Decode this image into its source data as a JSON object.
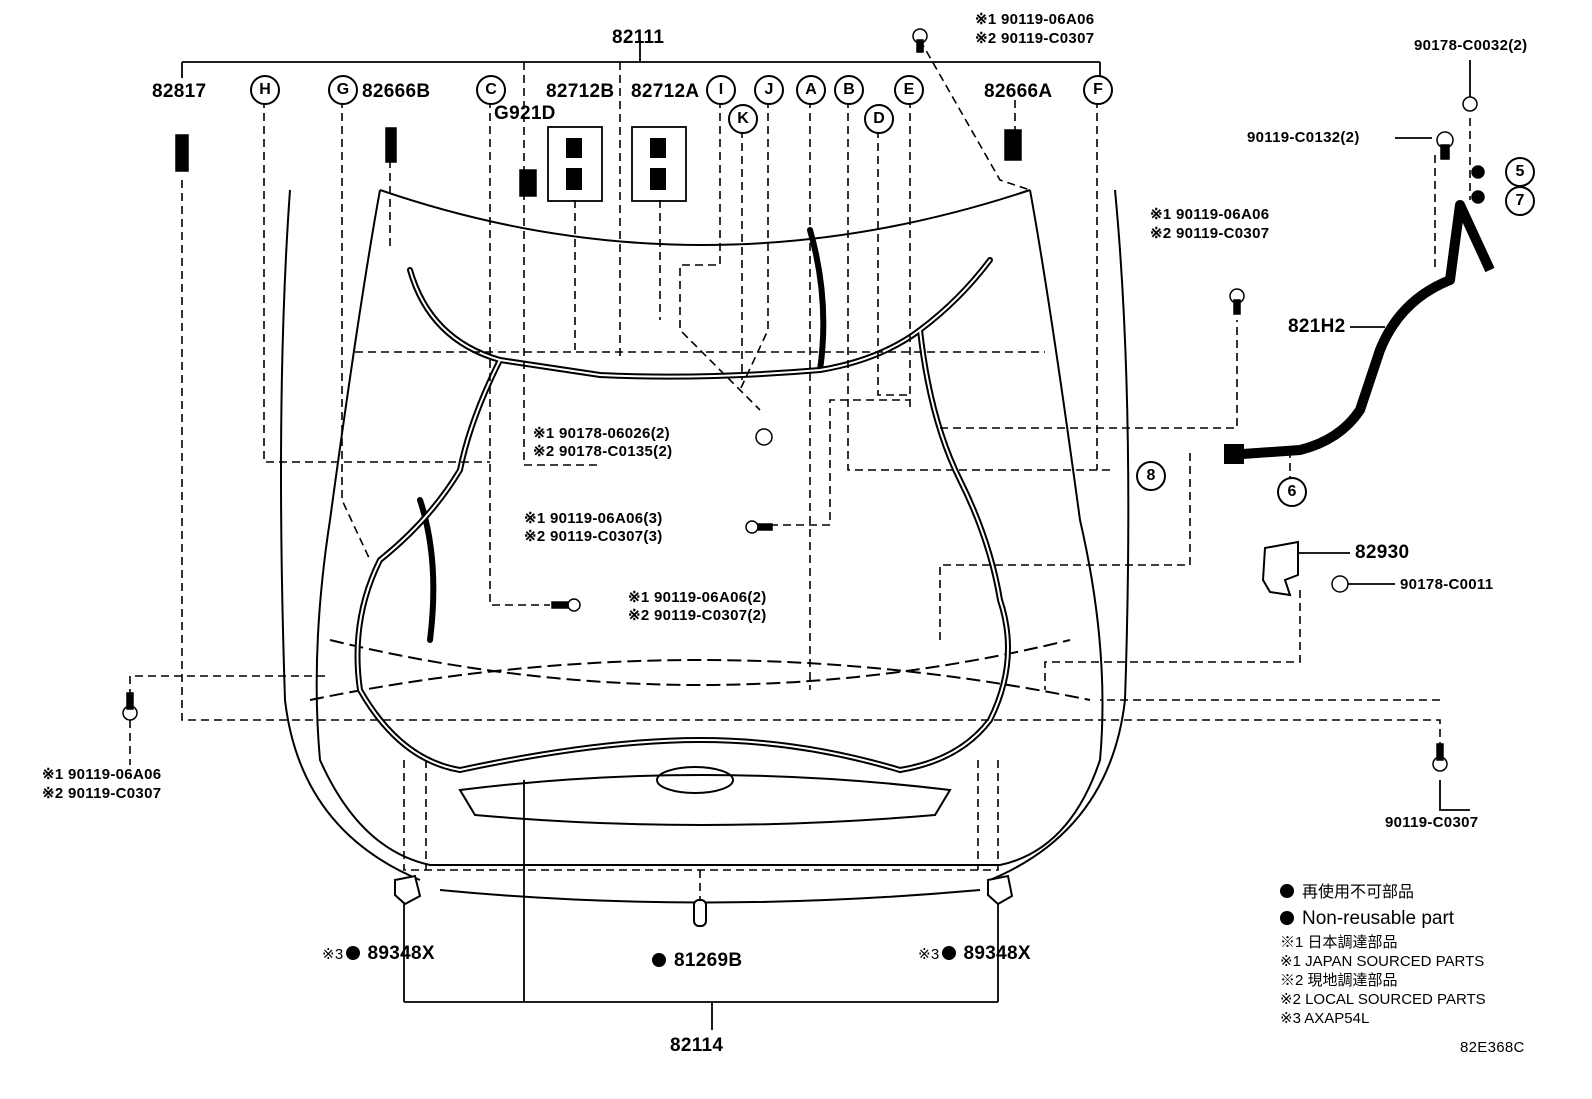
{
  "parts": {
    "p82111": "82111",
    "p82817": "82817",
    "p82666B": "82666B",
    "p82712B": "82712B",
    "p82712A": "82712A",
    "pG921D": "G921D",
    "p82666A": "82666A",
    "p821H2": "821H2",
    "p82930": "82930",
    "p89348X_left": "89348X",
    "p89348X_right": "89348X",
    "p81269B": "81269B",
    "p82114": "82114",
    "code": "82E368C"
  },
  "fasteners": {
    "top_center_1": "※1 90119-06A06",
    "top_center_2": "※2 90119-C0307",
    "top_right_a": "90178-C0032(2)",
    "top_right_b": "90119-C0132(2)",
    "mid_right_1": "※1 90119-06A06",
    "mid_right_2": "※2 90119-C0307",
    "clip_1": "※1 90178-06026(2)",
    "clip_2": "※2 90178-C0135(2)",
    "bolt3_1": "※1 90119-06A06(3)",
    "bolt3_2": "※2 90119-C0307(3)",
    "bolt2_1": "※1 90119-06A06(2)",
    "bolt2_2": "※2 90119-C0307(2)",
    "left_1": "※1 90119-06A06",
    "left_2": "※2 90119-C0307",
    "nut_82930": "90178-C0011",
    "right_bolt": "90119-C0307",
    "note3_left": "※3",
    "note3_right": "※3"
  },
  "callouts": {
    "H": "H",
    "G": "G",
    "C": "C",
    "I": "I",
    "K": "K",
    "J": "J",
    "A": "A",
    "B": "B",
    "D": "D",
    "E": "E",
    "F": "F",
    "n5": "5",
    "n6": "6",
    "n7": "7",
    "n8": "8"
  },
  "legend": {
    "l1": "再使用不可部品",
    "l2": "Non-reusable part",
    "l3": "※1 日本調達部品",
    "l4": "※1 JAPAN SOURCED PARTS",
    "l5": "※2 現地調達部品",
    "l6": "※2 LOCAL SOURCED PARTS",
    "l7": "※3 AXAP54L"
  }
}
